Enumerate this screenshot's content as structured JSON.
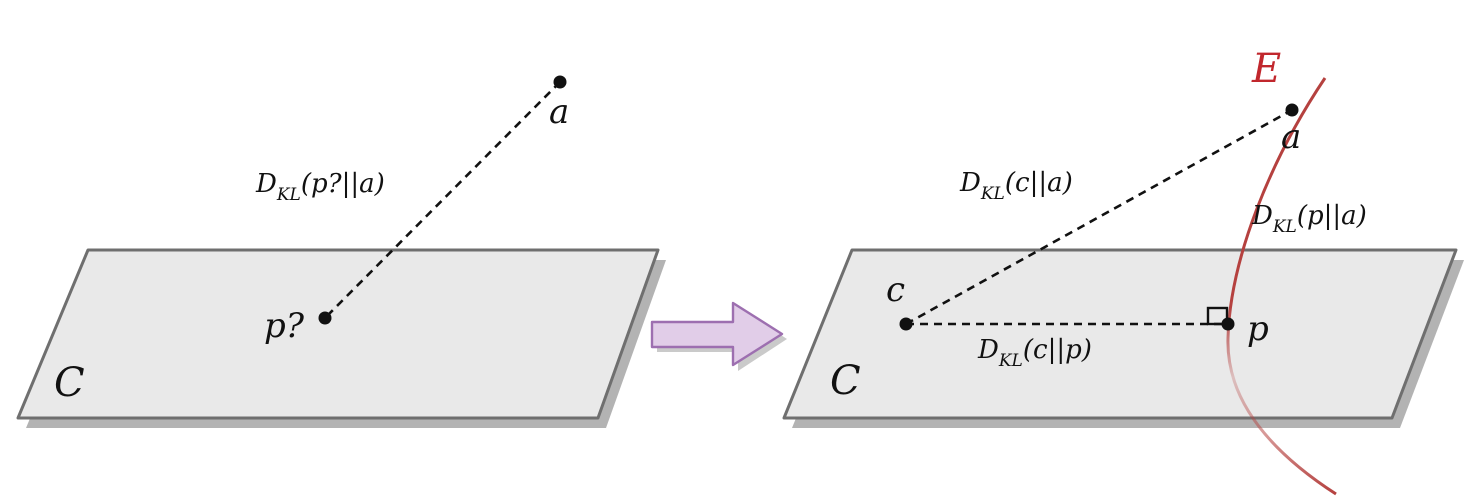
{
  "colors": {
    "plane_fill": "#e9e9e9",
    "plane_stroke": "#6f6f6f",
    "plane_shadow": "#b3b3b3",
    "curve": "#b5413f",
    "curve_label": "#c1272d",
    "arrow_fill": "#e1cde8",
    "arrow_stroke": "#9d6fb0",
    "point": "#111111"
  },
  "left_panel": {
    "plane_label": "C",
    "point_a": "a",
    "point_p": "p?",
    "divergence": {
      "D": "D",
      "sub": "KL",
      "args": "(p?||a)"
    }
  },
  "right_panel": {
    "plane_label": "C",
    "curve_label": "E",
    "point_a": "a",
    "point_c": "c",
    "point_p": "p",
    "div_ca": {
      "D": "D",
      "sub": "KL",
      "args": "(c||a)"
    },
    "div_pa": {
      "D": "D",
      "sub": "KL",
      "args": "(p||a)"
    },
    "div_cp": {
      "D": "D",
      "sub": "KL",
      "args": "(c||p)"
    }
  },
  "transition_arrow": {
    "icon": "right-arrow-icon"
  }
}
